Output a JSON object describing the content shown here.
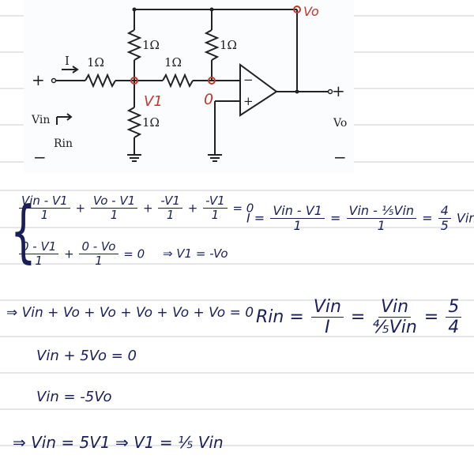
{
  "circuit": {
    "labels": {
      "resistor": "1Ω",
      "current": "I",
      "plus_in": "+",
      "minus_in": "−",
      "vin": "Vin",
      "rin": "Rin",
      "plus_out": "+",
      "minus_out": "−",
      "vo": "Vo",
      "op_minus": "−",
      "op_plus": "+"
    },
    "annotations": {
      "v1": "V1",
      "zero": "0",
      "vo_hand": "Vo"
    }
  },
  "notes": {
    "eq1": {
      "t1_num": "Vin - V1",
      "t1_den": "1",
      "op1": "+",
      "t2_num": "Vo - V1",
      "t2_den": "1",
      "op2": "+",
      "t3_num": "-V1",
      "t3_den": "1",
      "op3": "+",
      "t4_num": "-V1",
      "t4_den": "1",
      "rhs": "= 0"
    },
    "eq2": {
      "t1_num": "0 - V1",
      "t1_den": "1",
      "op1": "+",
      "t2_num": "0 - Vo",
      "t2_den": "1",
      "rhs": "= 0",
      "implies": "⇒ V1 = -Vo"
    },
    "eq3": "⇒  Vin + Vo + Vo + Vo + Vo + Vo = 0",
    "eq4": "Vin + 5Vo = 0",
    "eq5": "Vin = -5Vo",
    "eq6": "⇒ Vin = 5V1  ⇒ V1 = ⅕ Vin",
    "current": {
      "lhs": "I =",
      "f1_num": "Vin - V1",
      "f1_den": "1",
      "eq1": "=",
      "f2_num": "Vin - ⅕Vin",
      "f2_den": "1",
      "eq2": "=",
      "f3_num": "4",
      "f3_den": "5",
      "tail": "Vin"
    },
    "rin": {
      "lhs": "Rin =",
      "f1_num": "Vin",
      "f1_den": "I",
      "eq1": "=",
      "f2_num": "Vin",
      "f2_den": "⅘Vin",
      "eq2": "=",
      "f3_num": "5",
      "f3_den": "4"
    }
  },
  "colors": {
    "ink": "#1a1f5c",
    "annotation": "#c0392b",
    "rule": "#c9ccd2"
  }
}
